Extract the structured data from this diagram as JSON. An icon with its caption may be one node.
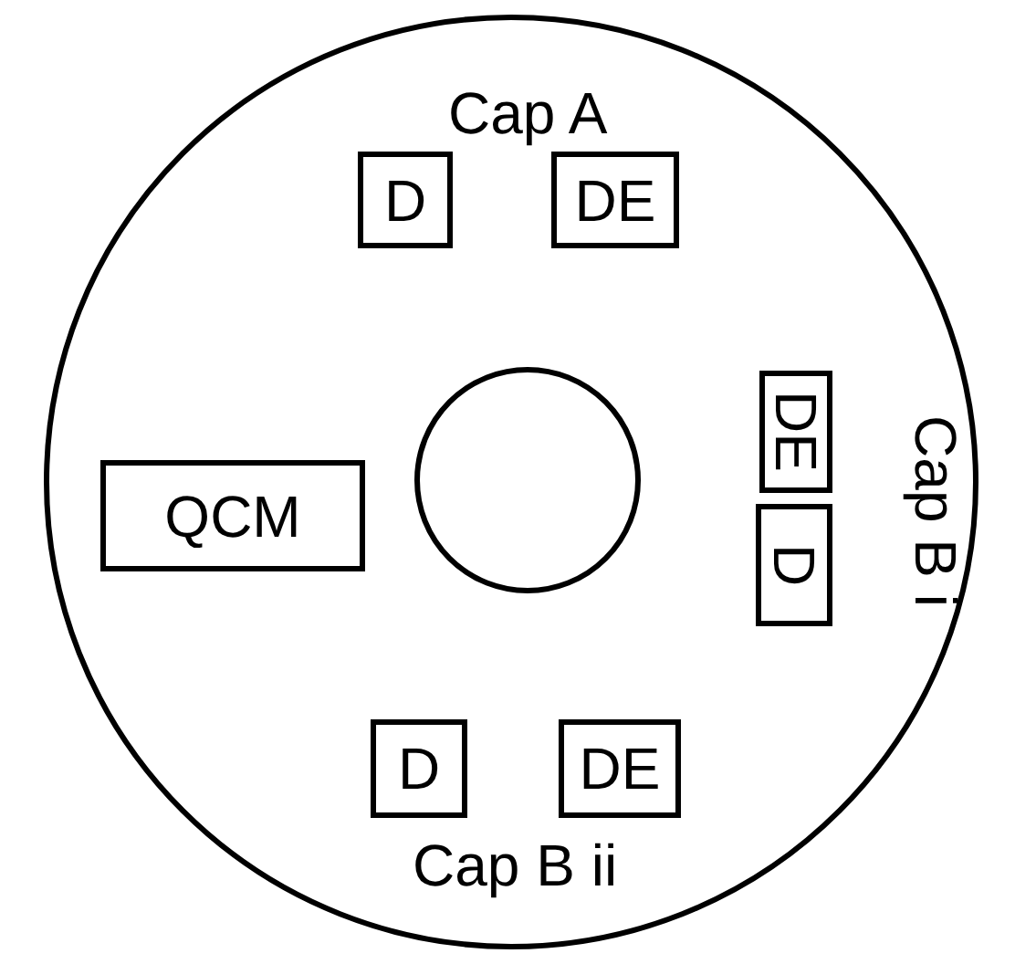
{
  "diagram": {
    "nodes": [
      {
        "text": [],
        "shape": "circle"
      },
      {
        "text": [
          "D"
        ],
        "in": 0
      },
      {
        "text": [
          "DE"
        ],
        "in": 0
      },
      {
        "text": [
          "DE"
        ],
        "in": 0
      },
      {
        "text": [
          "QCM"
        ],
        "in": 0
      },
      {
        "text": [],
        "shape": "circle",
        "in": 0
      },
      {
        "text": [
          "D"
        ],
        "in": 0
      },
      {
        "text": [
          "D"
        ],
        "in": 0
      },
      {
        "text": [
          "DE"
        ],
        "in": 0
      }
    ],
    "edges": [],
    "labels": [
      "Cap A",
      "Cap B i",
      "Cap B ii"
    ]
  }
}
